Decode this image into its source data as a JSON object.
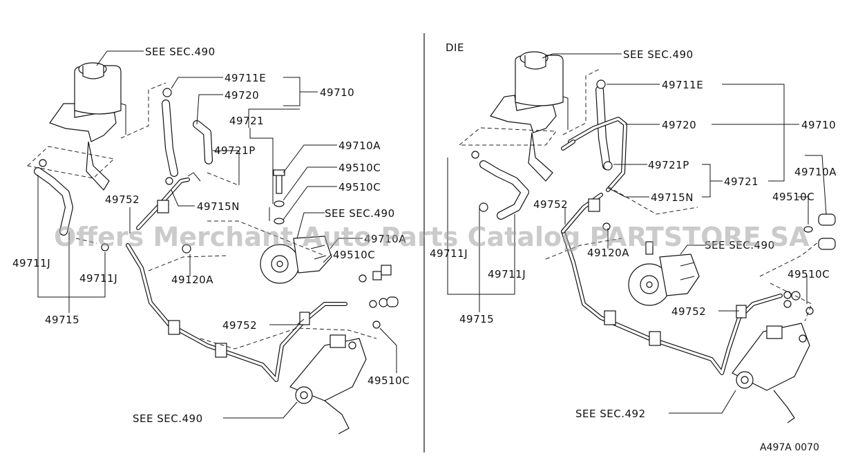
{
  "left": {
    "see_sec_490_reservoir": "SEE SEC.490",
    "p_49711E": "49711E",
    "p_49720": "49720",
    "p_49710": "49710",
    "p_49721": "49721",
    "p_49721P": "49721P",
    "p_49710A": "49710A",
    "p_49510C_a": "49510C",
    "p_49510C_b": "49510C",
    "p_49752_a": "49752",
    "p_49715N": "49715N",
    "see_sec_490_pump": "SEE SEC.490",
    "p_49710A_b": "49710A",
    "p_49510C_c": "49510C",
    "p_49711J_a": "49711J",
    "p_49711J_b": "49711J",
    "p_49120A": "49120A",
    "p_49715": "49715",
    "p_49752_b": "49752",
    "p_49510C_d": "49510C",
    "see_sec_490_gear": "SEE SEC.490"
  },
  "right": {
    "variant": "DIE",
    "see_sec_490_reservoir": "SEE SEC.490",
    "p_49711E": "49711E",
    "p_49720": "49720",
    "p_49710": "49710",
    "p_49721P": "49721P",
    "p_49721": "49721",
    "p_49710A": "49710A",
    "p_49715N": "49715N",
    "p_49510C_a": "49510C",
    "p_49752_a": "49752",
    "see_sec_490_pump": "SEE SEC.490",
    "p_49120A": "49120A",
    "p_49711J_a": "49711J",
    "p_49711J_b": "49711J",
    "p_49510C_b": "49510C",
    "p_49715": "49715",
    "p_49752_b": "49752",
    "see_sec_492_gear": "SEE SEC.492"
  },
  "figure_code": "A497A 0070",
  "watermark": "Offers Merchant Auto Parts Catalog PARTSTORE SA"
}
